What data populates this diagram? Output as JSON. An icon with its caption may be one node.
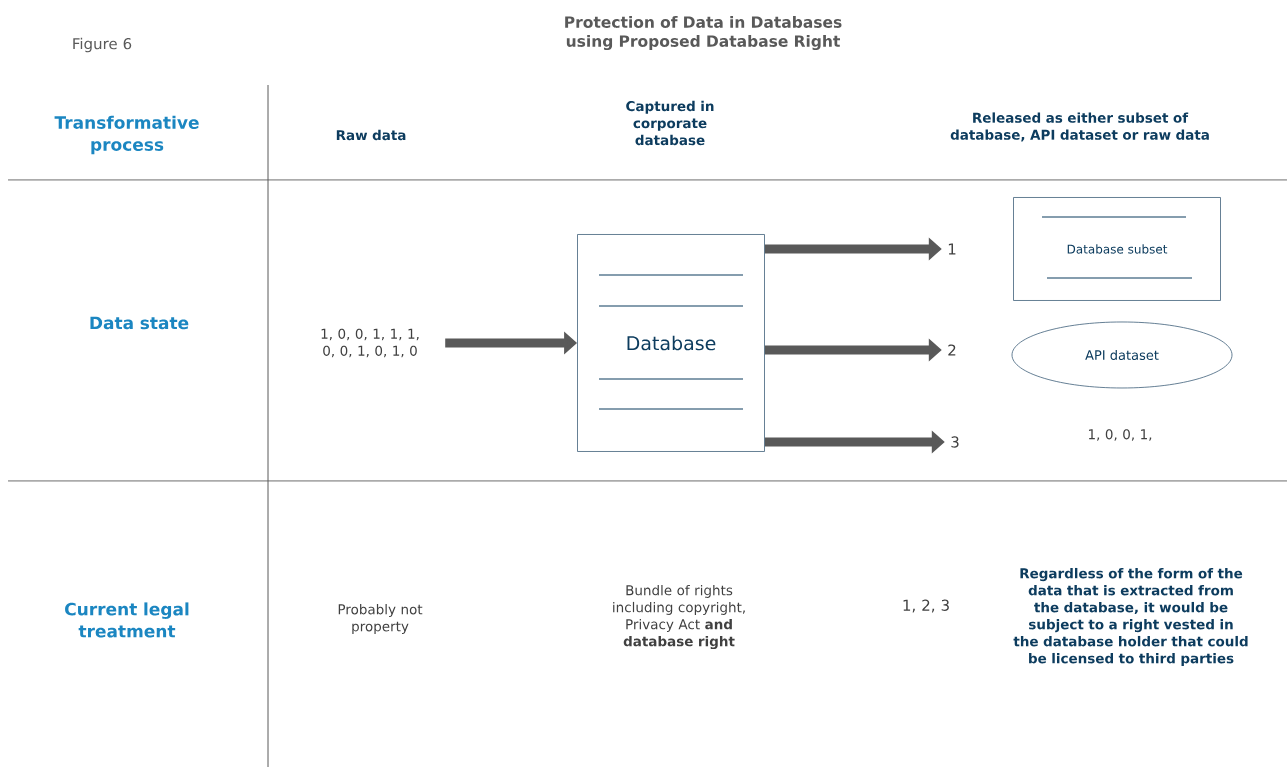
{
  "diagram": {
    "title": "Protection of Data in Databases using Proposed Database Right",
    "nodes": [
      {
        "text": [
          "1, 0, 0, 1, 1, 1, 0, 0, 1, 0, 1, 0"
        ]
      },
      {
        "text": [
          "Database"
        ]
      },
      {
        "text": [
          "1"
        ]
      },
      {
        "text": [
          "Database subset"
        ]
      },
      {
        "text": [
          "2"
        ]
      },
      {
        "text": [
          "API dataset"
        ]
      },
      {
        "text": [
          "3"
        ]
      },
      {
        "text": [
          "1, 0, 0, 1,"
        ]
      }
    ],
    "edges": [
      {
        "from": 0,
        "to": 1,
        "arrow": "to"
      },
      {
        "from": 1,
        "to": 2,
        "arrow": "to"
      },
      {
        "from": 1,
        "to": 4,
        "arrow": "to"
      },
      {
        "from": 1,
        "to": 6,
        "arrow": "to"
      }
    ],
    "labels": [
      "Figure 6",
      "Transformative process",
      "Raw data",
      "Captured in corporate database",
      "Released as either subset of database, API dataset or raw data",
      "Data state",
      "Current legal treatment",
      "Probably not property",
      "Bundle of rights including copyright, Privacy Act **and database right**",
      "1, 2, 3",
      "Regardless of the form of the data that is extracted from the database, it would be subject to a right vested in the database holder that could be licensed to third parties"
    ]
  }
}
